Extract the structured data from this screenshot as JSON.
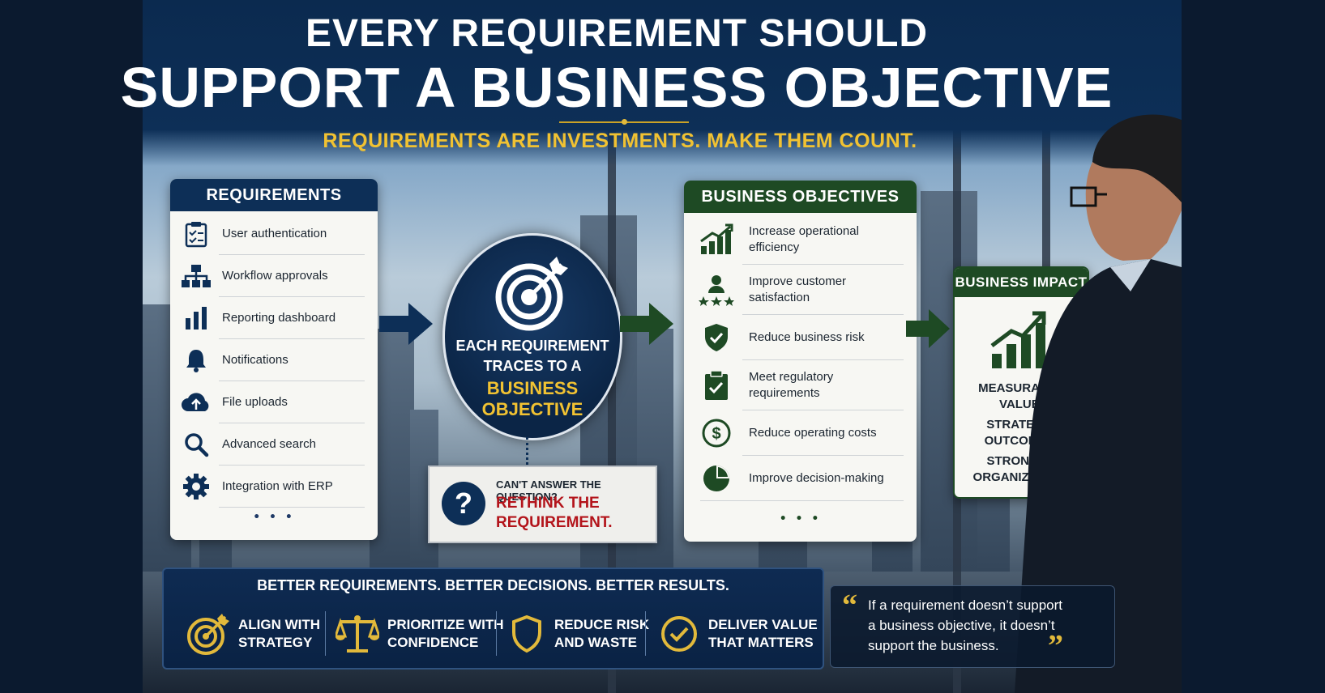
{
  "colors": {
    "navy": "#0d2f57",
    "green": "#1e4a24",
    "gold": "#e2b93b",
    "red": "#b3141b"
  },
  "title": {
    "line1": "EVERY REQUIREMENT SHOULD",
    "line2": "SUPPORT A BUSINESS OBJECTIVE",
    "subtitle": "REQUIREMENTS ARE INVESTMENTS. MAKE THEM COUNT."
  },
  "requirements": {
    "heading": "REQUIREMENTS",
    "items": [
      {
        "label": "User authentication",
        "icon": "clipboard-checklist-icon"
      },
      {
        "label": "Workflow approvals",
        "icon": "org-chart-icon"
      },
      {
        "label": "Reporting dashboard",
        "icon": "bar-chart-icon"
      },
      {
        "label": "Notifications",
        "icon": "bell-icon"
      },
      {
        "label": "File uploads",
        "icon": "cloud-upload-icon"
      },
      {
        "label": "Advanced search",
        "icon": "magnifier-icon"
      },
      {
        "label": "Integration with ERP",
        "icon": "gear-icon"
      }
    ],
    "more": "• • •"
  },
  "center": {
    "line1": "EACH REQUIREMENT",
    "line2": "TRACES TO A",
    "line3": "BUSINESS",
    "line4": "OBJECTIVE"
  },
  "question": {
    "small": "CAN'T ANSWER THE QUESTION?",
    "big1": "RETHINK THE",
    "big2": "REQUIREMENT."
  },
  "objectives": {
    "heading": "BUSINESS OBJECTIVES",
    "items": [
      {
        "line1": "Increase operational",
        "line2": "efficiency",
        "icon": "growth-chart-icon"
      },
      {
        "line1": "Improve customer",
        "line2": "satisfaction",
        "icon": "customer-stars-icon"
      },
      {
        "line1": "Reduce business risk",
        "line2": "",
        "icon": "shield-check-icon"
      },
      {
        "line1": "Meet regulatory",
        "line2": "requirements",
        "icon": "clipboard-check-icon"
      },
      {
        "line1": "Reduce operating costs",
        "line2": "",
        "icon": "dollar-circle-icon"
      },
      {
        "line1": "Improve decision-making",
        "line2": "",
        "icon": "pie-chart-icon"
      }
    ],
    "more": "• • •"
  },
  "impact": {
    "heading": "BUSINESS IMPACT",
    "l1": "MEASURABLE",
    "l2": "VALUE.",
    "l3": "STRATEGIC",
    "l4": "OUTCOMES.",
    "l5": "STRONGER",
    "l6": "ORGANIZATION."
  },
  "bottom": {
    "heading": "BETTER REQUIREMENTS. BETTER DECISIONS. BETTER RESULTS.",
    "items": [
      {
        "l1": "ALIGN WITH",
        "l2": "STRATEGY",
        "icon": "target-icon"
      },
      {
        "l1": "PRIORITIZE WITH",
        "l2": "CONFIDENCE",
        "icon": "scales-icon"
      },
      {
        "l1": "REDUCE RISK",
        "l2": "AND WASTE",
        "icon": "shield-icon"
      },
      {
        "l1": "DELIVER VALUE",
        "l2": "THAT MATTERS",
        "icon": "check-circle-icon"
      }
    ]
  },
  "quote": {
    "l1": "If a requirement doesn’t support",
    "l2": "a business objective, it doesn’t",
    "l3": "support the business.",
    "open": "“",
    "close": "”"
  }
}
